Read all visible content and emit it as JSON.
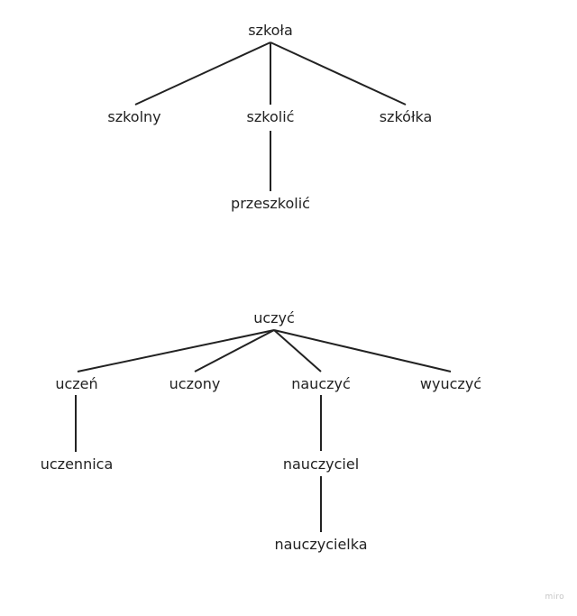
{
  "trees": [
    {
      "root": "szkoła",
      "children": [
        {
          "word": "szkolny",
          "children": []
        },
        {
          "word": "szkolić",
          "children": [
            {
              "word": "przeszkolić",
              "children": []
            }
          ]
        },
        {
          "word": "szkółka",
          "children": []
        }
      ]
    },
    {
      "root": "uczyć",
      "children": [
        {
          "word": "uczeń",
          "children": [
            {
              "word": "uczennica",
              "children": []
            }
          ]
        },
        {
          "word": "uczony",
          "children": []
        },
        {
          "word": "nauczyć",
          "children": [
            {
              "word": "nauczyciel",
              "children": [
                {
                  "word": "nauczycielka",
                  "children": []
                }
              ]
            }
          ]
        },
        {
          "word": "wyuczyć",
          "children": []
        }
      ]
    }
  ],
  "watermark": "miro"
}
